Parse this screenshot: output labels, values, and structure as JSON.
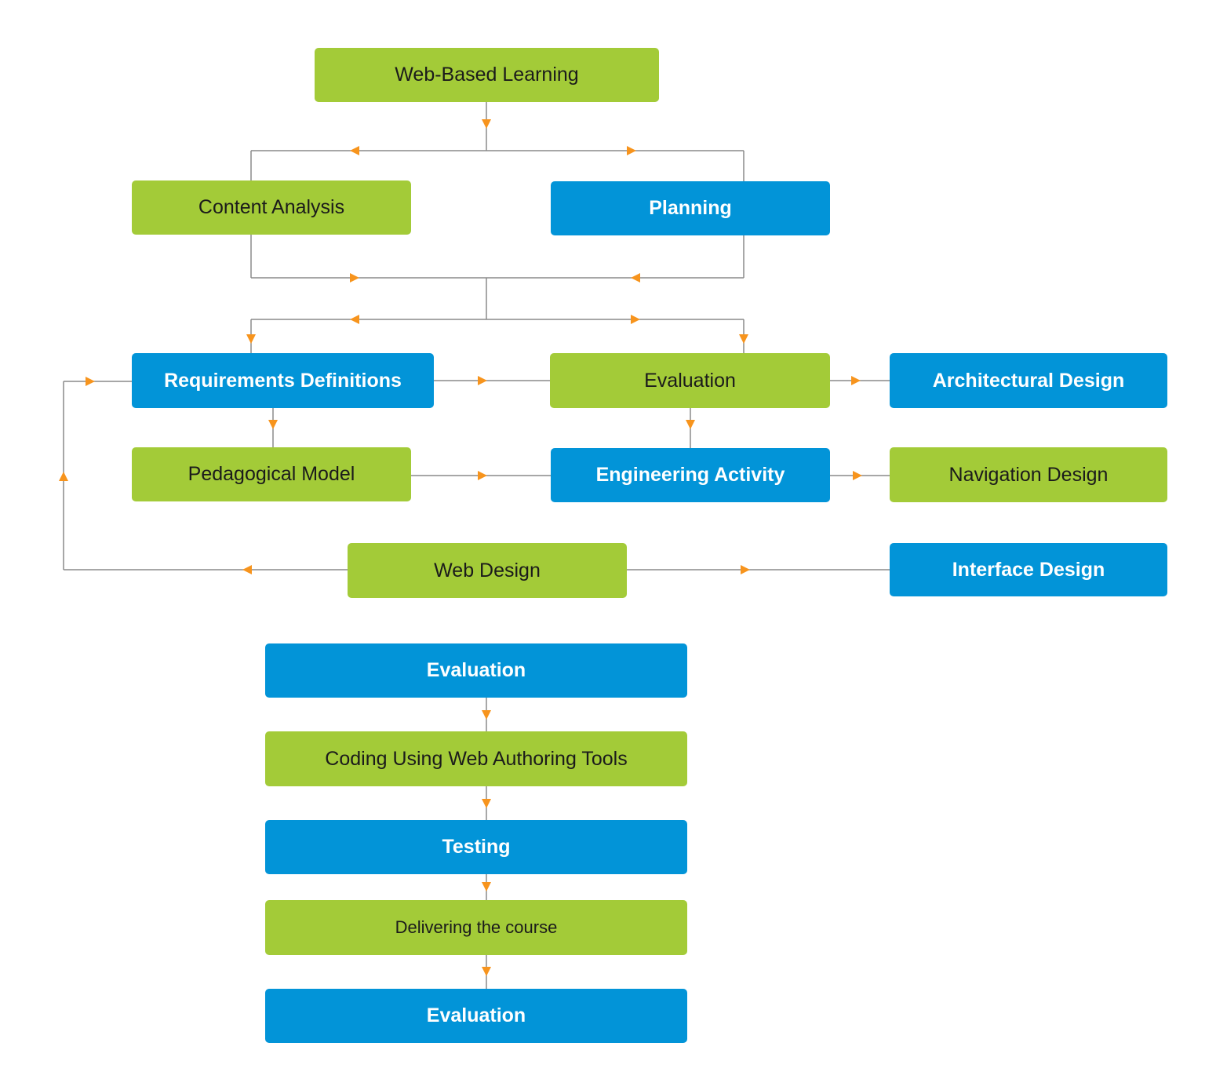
{
  "colors": {
    "green": "#a3cb38",
    "blue": "#0294d8",
    "line": "#8a8a8a",
    "arrow": "#f7941d"
  },
  "nodes": {
    "web_based_learning": "Web-Based Learning",
    "content_analysis": "Content Analysis",
    "planning": "Planning",
    "requirements_definitions": "Requirements Definitions",
    "evaluation_top": "Evaluation",
    "architectural_design": "Architectural Design",
    "pedagogical_model": "Pedagogical Model",
    "engineering_activity": "Engineering Activity",
    "navigation_design": "Navigation Design",
    "web_design": "Web Design",
    "interface_design": "Interface Design",
    "evaluation_2": "Evaluation",
    "coding": "Coding Using Web Authoring Tools",
    "testing": "Testing",
    "delivering": "Delivering the course",
    "evaluation_final": "Evaluation"
  }
}
